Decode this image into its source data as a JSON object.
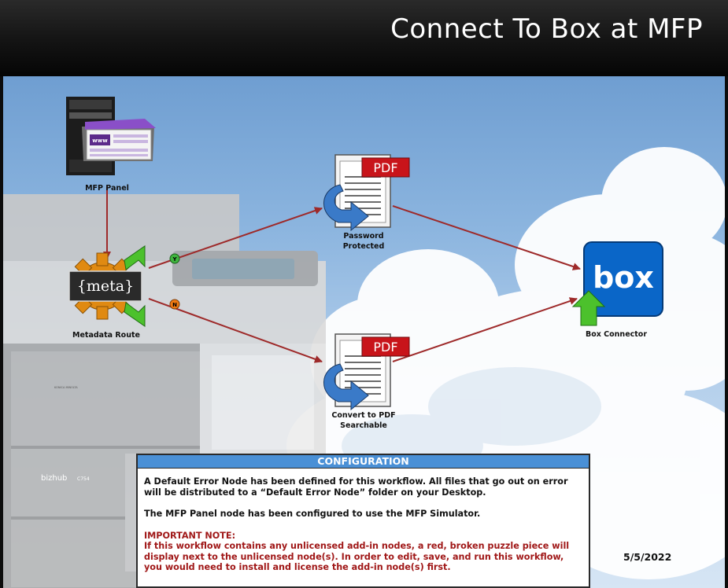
{
  "header": {
    "title": "Connect To Box at MFP"
  },
  "nodes": {
    "mfp_panel": {
      "label": "MFP Panel",
      "screen_text": "www"
    },
    "metadata_route": {
      "label": "Metadata Route",
      "icon_text": "{meta}"
    },
    "password_protected": {
      "label_line1": "Password",
      "label_line2": "Protected",
      "badge": "PDF"
    },
    "convert_pdf": {
      "label_line1": "Convert to PDF",
      "label_line2": "Searchable",
      "badge": "PDF"
    },
    "box_connector": {
      "label": "Box Connector",
      "logo_text": "box"
    }
  },
  "routes": {
    "yes_marker": "Y",
    "no_marker": "N"
  },
  "background": {
    "printer_brand": "bizhub",
    "printer_model": "C754",
    "maker": "KONICA MINOLTA"
  },
  "config": {
    "heading": "CONFIGURATION",
    "para1": "A Default Error Node has been defined for this workflow. All files that go out on error will be distributed to a “Default Error Node” folder on your Desktop.",
    "para2": "The MFP Panel node has been configured to use the MFP Simulator.",
    "note_title": "IMPORTANT NOTE:",
    "note_body": "If this workflow contains any unlicensed add-in nodes, a red, broken puzzle piece will display next to the unlicensed node(s). In order to edit, save, and run this workflow, you would need to install and license the add-in node(s) first."
  },
  "date": "5/5/2022",
  "colors": {
    "connector": "#9e2a2a",
    "config_header": "#4a90d6",
    "box_blue": "#0a66c8",
    "pdf_red": "#c8141a",
    "arrow_green": "#4cc12c",
    "gear_orange": "#e08a12",
    "note_red": "#a01818"
  }
}
